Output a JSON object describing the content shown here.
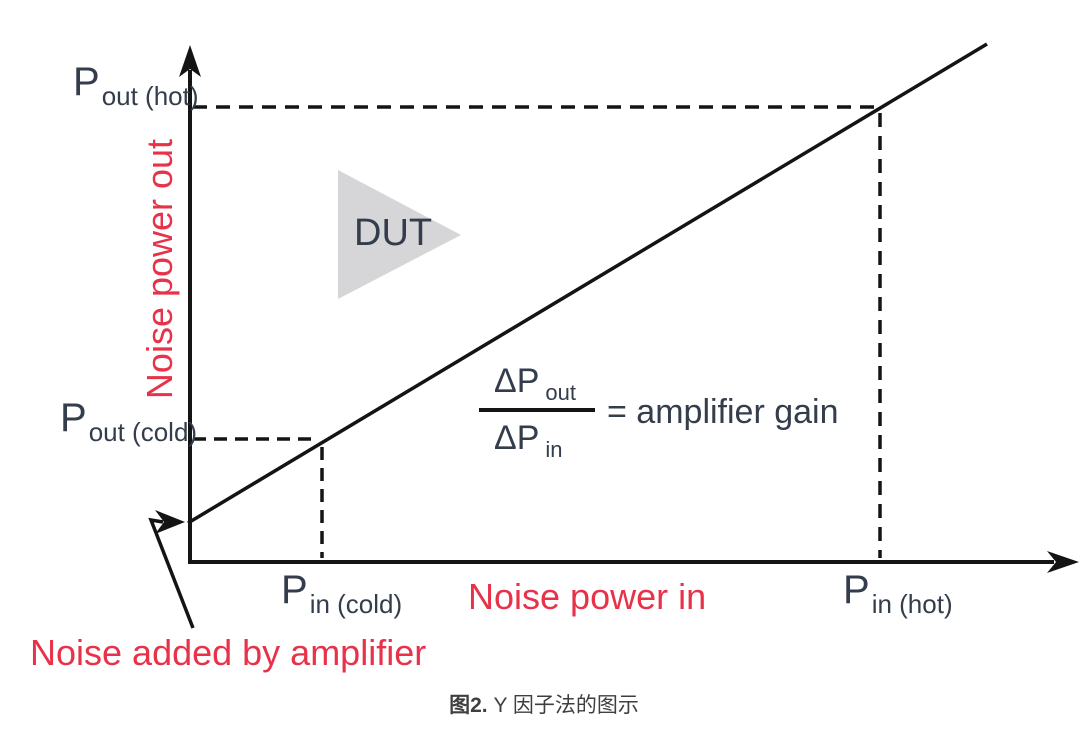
{
  "colors": {
    "red": "#E8324A",
    "dark_text": "#333D4B",
    "line": "#141414",
    "triangle_fill": "#D6D6D8",
    "caption_text": "#3F3F3F"
  },
  "diagram": {
    "y_axis_label": "Noise power out",
    "x_axis_label": "Noise power in",
    "dut_label": "DUT",
    "noise_added_label": "Noise added by amplifier",
    "points": {
      "p_out_hot": {
        "main": "P",
        "sub": "out (hot)"
      },
      "p_out_cold": {
        "main": "P",
        "sub": "out (cold)"
      },
      "p_in_cold": {
        "main": "P",
        "sub": "in (cold)"
      },
      "p_in_hot": {
        "main": "P",
        "sub": "in (hot)"
      }
    },
    "formula": {
      "numerator_main": "ΔP",
      "numerator_sub": "out",
      "denominator_main": "ΔP",
      "denominator_sub": "in",
      "equals": "= amplifier gain"
    }
  },
  "caption": {
    "figure_label": "图2.",
    "text": " Y 因子法的图示"
  }
}
